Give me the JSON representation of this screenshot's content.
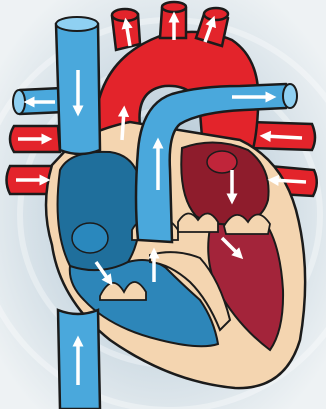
{
  "diagram": {
    "subject": "heart-blood-flow",
    "colors": {
      "background_outer": "#e6ecef",
      "background_inner": "#bfd0dc",
      "deoxygenated": "#4aa8dc",
      "deoxygenated_light": "#8fd0f2",
      "deoxygenated_dark": "#1f6f9c",
      "oxygenated": "#e3242b",
      "oxygenated_dark": "#8e1c2c",
      "muscle_wall": "#f4d5b0",
      "outline": "#1b1b1b",
      "arrow": "#ffffff"
    },
    "elements": [
      "aorta",
      "superior-vena-cava",
      "inferior-vena-cava",
      "pulmonary-artery",
      "pulmonary-veins",
      "right-atrium",
      "right-ventricle",
      "left-atrium",
      "left-ventricle",
      "heart-valves",
      "flow-arrows"
    ]
  }
}
